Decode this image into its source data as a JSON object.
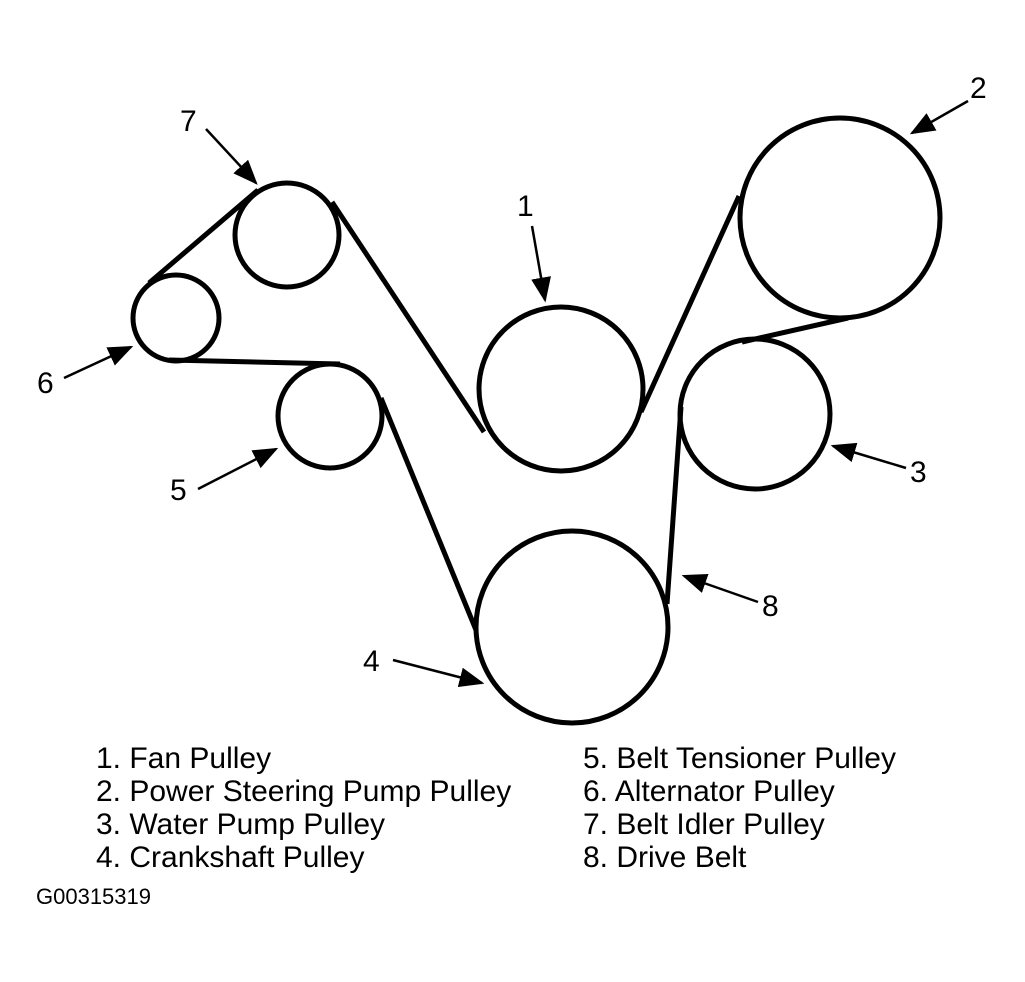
{
  "callouts": [
    "1",
    "2",
    "3",
    "4",
    "5",
    "6",
    "7",
    "8"
  ],
  "legend_left": [
    "1. Fan Pulley",
    "2. Power Steering Pump Pulley",
    "3. Water Pump Pulley",
    "4. Crankshaft Pulley"
  ],
  "legend_right": [
    "5. Belt Tensioner Pulley",
    "6. Alternator Pulley",
    "7. Belt Idler Pulley",
    "8. Drive Belt"
  ],
  "figure_id": "G00315319",
  "colors": {
    "ink": "#000000",
    "background": "#ffffff"
  }
}
